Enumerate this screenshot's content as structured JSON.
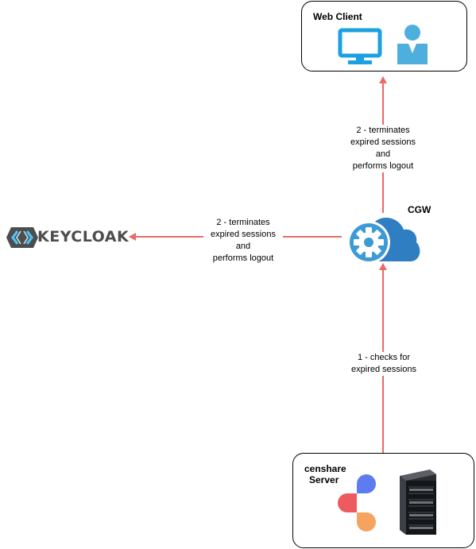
{
  "web_client": {
    "title": "Web Client"
  },
  "cgw": {
    "label": "CGW"
  },
  "keycloak": {
    "logo_text": "KEYCLOAK"
  },
  "censhare": {
    "title_line1": "censhare",
    "title_line2": "Server"
  },
  "edges": {
    "to_web_client": [
      "2 - terminates",
      "expired sessions",
      "and",
      "performs logout"
    ],
    "to_keycloak": [
      "2 - terminates",
      "expired sessions",
      "and",
      "performs logout"
    ],
    "to_cgw": [
      "1 - checks for",
      "expired sessions"
    ]
  },
  "colors": {
    "arrow": "#ea6b66",
    "monitor": "#1ba1e2",
    "user": "#4eaede",
    "cloud": "#2f7ec2",
    "gear_bg": "#3c9ad5",
    "keycloak_blue": "#4dc3f5",
    "keycloak_gray": "#4d4d4d",
    "censhare_blue": "#5d7cf0",
    "censhare_red": "#ee5a5f",
    "censhare_orange": "#f5a45f"
  },
  "icons": [
    "monitor-icon",
    "user-icon",
    "cloud-gear-icon",
    "keycloak-logo",
    "censhare-logo",
    "server-rack-icon"
  ]
}
